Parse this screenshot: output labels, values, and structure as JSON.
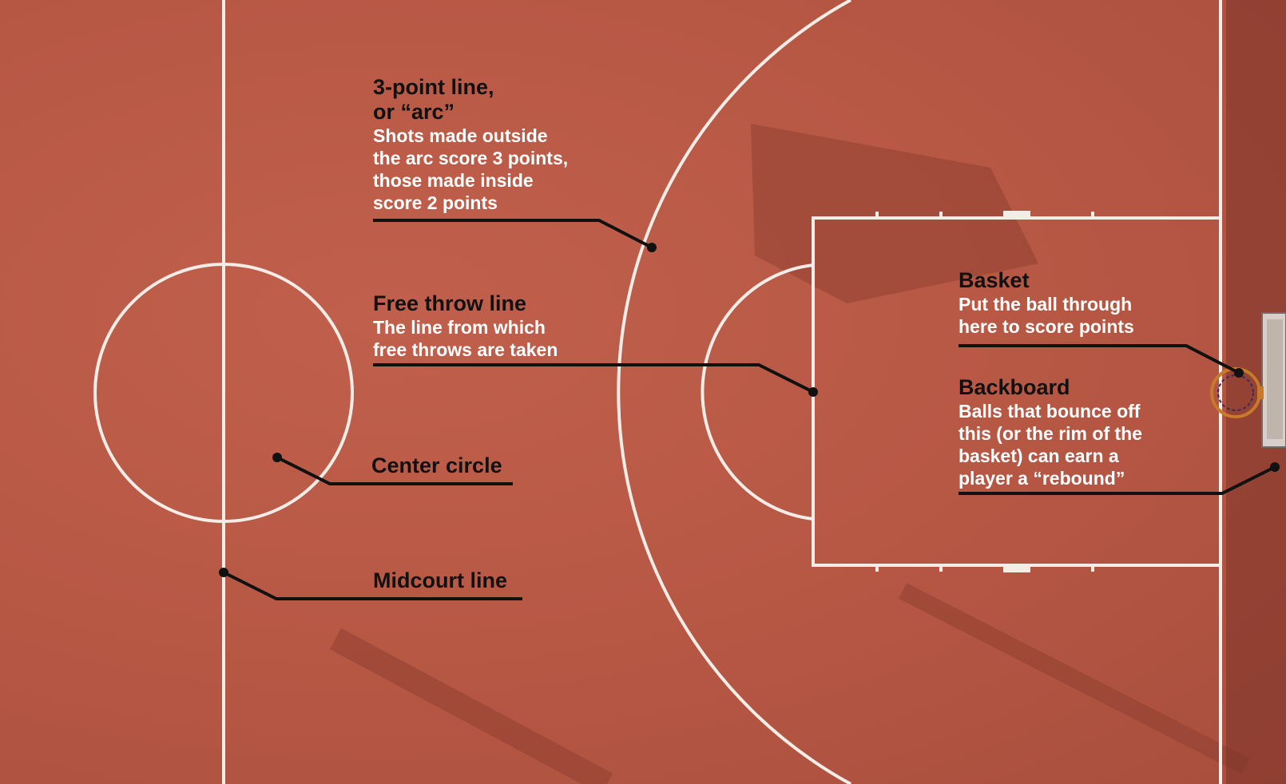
{
  "colors": {
    "court": "#b95a47",
    "lines": "#f4ece6",
    "callout": "#111111",
    "title_text": "#111111",
    "description_text": "#ffffff"
  },
  "callouts": {
    "three_point": {
      "title_line1": "3-point line,",
      "title_line2": "or “arc”",
      "description": [
        "Shots made outside",
        "the arc score 3 points,",
        "those made inside",
        "score 2 points"
      ]
    },
    "free_throw": {
      "title": "Free throw line",
      "description": [
        "The line from which",
        "free throws are taken"
      ]
    },
    "center_circle": {
      "title": "Center circle"
    },
    "midcourt": {
      "title": "Midcourt line"
    },
    "basket": {
      "title": "Basket",
      "description": [
        "Put the ball through",
        "here to score points"
      ]
    },
    "backboard": {
      "title": "Backboard",
      "description": [
        "Balls that bounce off",
        "this (or the rim of the",
        "basket) can earn a",
        "player a “rebound”"
      ]
    }
  }
}
